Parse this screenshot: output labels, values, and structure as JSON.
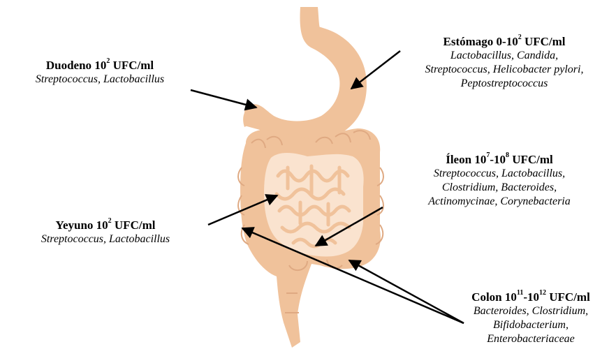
{
  "colors": {
    "organ": "#f0c29b",
    "organ_dark": "#dfa982",
    "organ_light": "#fae3cf",
    "arrow": "#000000"
  },
  "labels": {
    "duodeno": {
      "name": "Duodeno",
      "base": "10",
      "exp": "2",
      "unit": "UFC/ml",
      "bacteria": [
        "Streptococcus, Lactobacillus"
      ]
    },
    "estomago": {
      "name": "Estómago",
      "prefix": "0-",
      "base": "10",
      "exp": "2",
      "unit": "UFC/ml",
      "bacteria": [
        "Lactobacillus, Candida,",
        "Streptococcus, Helicobacter pylori,",
        "Peptostreptococcus"
      ]
    },
    "ileon": {
      "name": "Íleon",
      "base1": "10",
      "exp1": "7",
      "sep": "-",
      "base2": "10",
      "exp2": "8",
      "unit": "UFC/ml",
      "bacteria": [
        "Streptococcus, Lactobacillus,",
        "Clostridium, Bacteroides,",
        "Actinomycinae, Corynebacteria"
      ]
    },
    "yeyuno": {
      "name": "Yeyuno",
      "base": "10",
      "exp": "2",
      "unit": "UFC/ml",
      "bacteria": [
        "Streptococcus, Lactobacillus"
      ]
    },
    "colon": {
      "name": "Colon",
      "base1": "10",
      "exp1": "11",
      "sep": "-",
      "base2": "10",
      "exp2": "12",
      "unit": "UFC/ml",
      "bacteria": [
        "Bacteroides, Clostridium,",
        "Bifidobacterium,",
        "Enterobacteriaceae"
      ]
    }
  }
}
